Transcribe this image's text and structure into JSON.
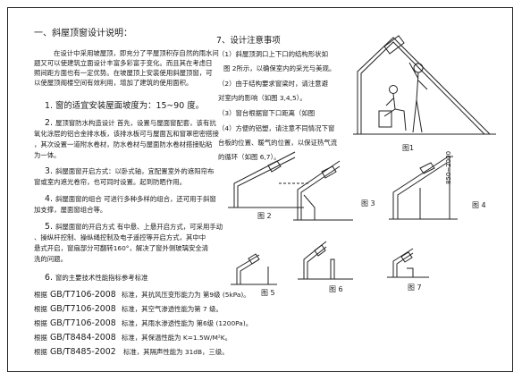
{
  "heading": "一、斜屋顶窗设计说明：",
  "intro": [
    "在设计中采用坡屋顶，即充分了平屋顶积存自然的雨水问",
    "题又可以使建筑立面设计丰富多彩富于变化。而且其在考虑日",
    "照间距方面也有一定优势。在坡屋顶上安装使用斜屋顶窗，可",
    "以使屋顶阁楼空间有效利用，增加了建筑的使用面积。"
  ],
  "items": [
    {
      "num": "1.",
      "lines": [
        "窗的适宜安装屋面坡度为：15~90 度。"
      ]
    },
    {
      "num": "2.",
      "lines": [
        "屋顶窗防水构造设计 首先，设置与屋面窗配套，该有抗",
        "氧化涂层的铝合金排水板，该排水板可与屋面瓦和窗罩密密搭接",
        "，其次设置一道附水卷材，防水卷材与屋面防水卷材搭接贴粘",
        "为一体。"
      ]
    },
    {
      "num": "3.",
      "lines": [
        "斜屋面窗开启方式：以卧式轴，宜配置室外的遮阳帘布",
        "窗或室内遮光卷帘，也可同时设置。起到防晒作用。"
      ]
    },
    {
      "num": "4.",
      "lines": [
        "斜屋面窗的组合 可进行多种多样的组合，还可用于斜窗",
        "加支撑，屋面窗组合等。"
      ]
    },
    {
      "num": "5.",
      "lines": [
        "斜屋面窗的开启方式 有中悬、上悬开启方式，可采用手动",
        "、操纵杆控制、操纵绳控制及电子遥控等开启方式，其中中",
        "悬式开启，窗扇部分可翻转160°，解决了窗外侧玻璃安全清",
        "洗的问题。"
      ]
    },
    {
      "num": "6.",
      "lines": [
        "窗的主要技术性能指标参考标准"
      ]
    }
  ],
  "standards": [
    {
      "code": "GB/T7106-2008",
      "desc": "标准，其抗风压变形能力为 第9级 (5kPa)。"
    },
    {
      "code": "GB/T7106-2008",
      "desc": "标准，其空气渗透性能为第 7 级。"
    },
    {
      "code": "GB/T7106-2008",
      "desc": "标准，其雨水渗透性能为 第6级 (1200Pa)。"
    },
    {
      "code": "GB/T8484-2008",
      "desc": "标准，其保温性能为 K=1.5W/M²K。"
    },
    {
      "code": "GB/T8485-2002",
      "desc": "标准，其隔声性能为 31dB，三级。"
    }
  ],
  "standard_prefix": "根据",
  "notes_title": "7、设计注意事项",
  "notes": [
    "（1）斜屋顶洞口上下口的结构形状如",
    "图 2所示，以确保室内的采光与美观。",
    "（2）由于结构要求窗梁时，请注意避",
    "对室内的影响（如图 3,4,5）。",
    "（3）窗台根据窗下口距离（如图",
    "（4）方便的铝塑，请注意不同情况下窗",
    "台板的位置、暖气的位置，以保证热气流",
    "的循环（如图 6,7）。"
  ],
  "figures": {
    "fig1": "图1",
    "fig2": "图 2",
    "fig3": "图 3",
    "fig4": "图 4",
    "fig5": "图 5",
    "fig6": "图 6",
    "fig7": "图 7",
    "dimension": "850~2000"
  }
}
